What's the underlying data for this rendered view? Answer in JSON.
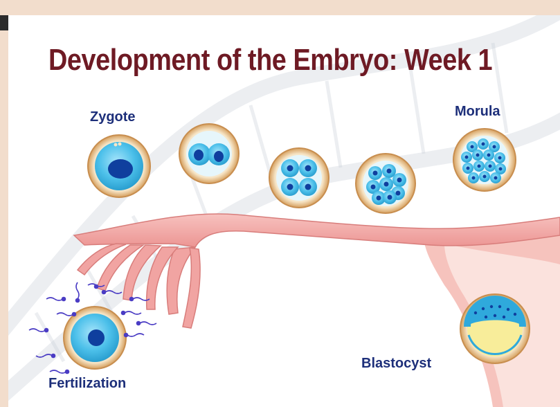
{
  "diagram": {
    "title": "Development of the Embryo: Week 1",
    "stages": {
      "zygote": "Zygote",
      "morula": "Morula",
      "blastocyst": "Blastocyst",
      "fertilization": "Fertilization"
    },
    "colors": {
      "title": "#6e1a24",
      "label": "#1d2f7a",
      "cell": "#39b6e4",
      "nucleus": "#0f3f9e",
      "ring": "#e3b77d",
      "tube": "#f3a9a7",
      "uterus": "#f7cac4",
      "sperm": "#4a3cc4"
    }
  }
}
